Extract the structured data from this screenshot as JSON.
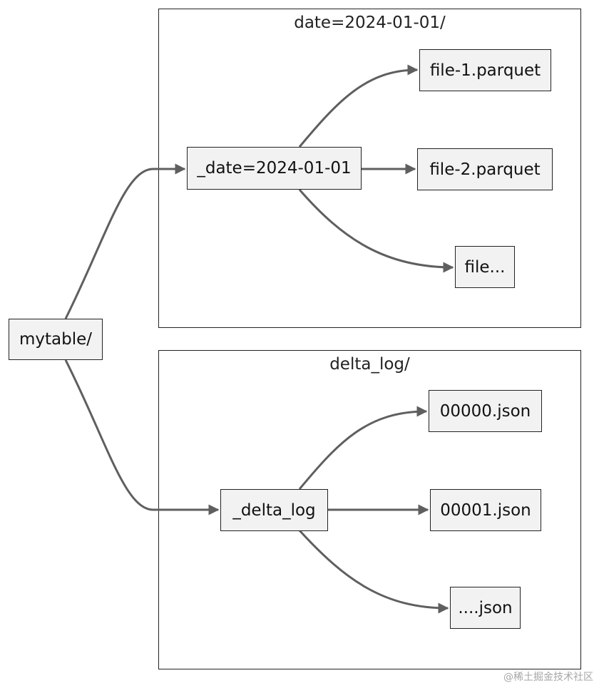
{
  "clusters": {
    "date": {
      "label": "date=2024-01-01/"
    },
    "delta": {
      "label": "delta_log/"
    }
  },
  "nodes": {
    "root": "mytable/",
    "date_dir": "_date=2024-01-01",
    "file1": "file-1.parquet",
    "file2": "file-2.parquet",
    "file_more": "file...",
    "delta_dir": "_delta_log",
    "json0": "00000.json",
    "json1": "00001.json",
    "json_more": "....json"
  },
  "watermark": "@稀土掘金技术社区",
  "colors": {
    "node_fill": "#f2f2f2",
    "edge": "#5f5f5f",
    "border": "#222222"
  }
}
